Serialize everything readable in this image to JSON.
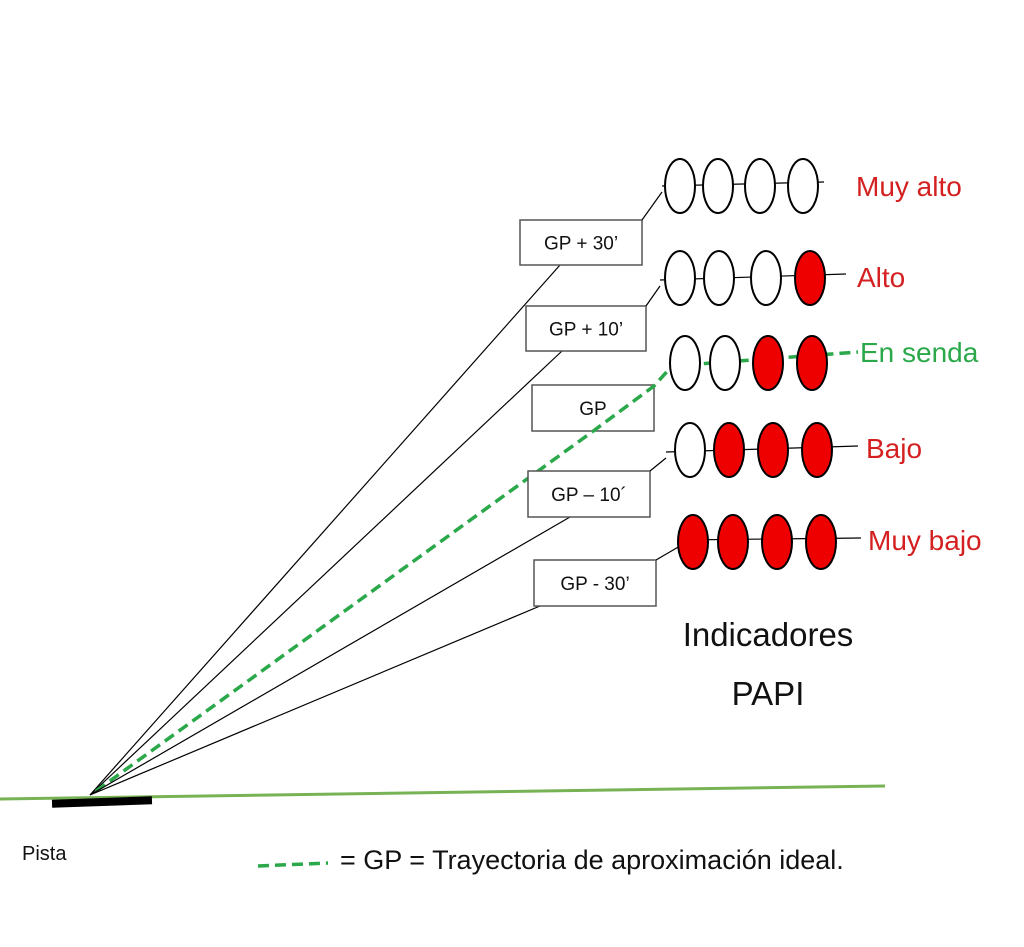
{
  "colors": {
    "red": "#ee0000",
    "white": "#ffffff",
    "green": "#2aa84a",
    "ground": "#77b255",
    "label_red": "#d42020",
    "label_green": "#2aa84a"
  },
  "indicators": [
    {
      "box": "GP + 30’",
      "status": "Muy alto",
      "lights": [
        "white",
        "white",
        "white",
        "white"
      ]
    },
    {
      "box": "GP + 10’",
      "status": "Alto",
      "lights": [
        "white",
        "white",
        "white",
        "red"
      ]
    },
    {
      "box": "GP",
      "status": "En  senda",
      "lights": [
        "white",
        "white",
        "red",
        "red"
      ]
    },
    {
      "box": "GP – 10´",
      "status": "Bajo",
      "lights": [
        "white",
        "red",
        "red",
        "red"
      ]
    },
    {
      "box": "GP - 30’",
      "status": "Muy bajo",
      "lights": [
        "red",
        "red",
        "red",
        "red"
      ]
    }
  ],
  "title_line1": "Indicadores",
  "title_line2": "PAPI",
  "runway_label": "Pista",
  "legend_text": "= GP =  Trayectoria  de  aproximación  ideal."
}
